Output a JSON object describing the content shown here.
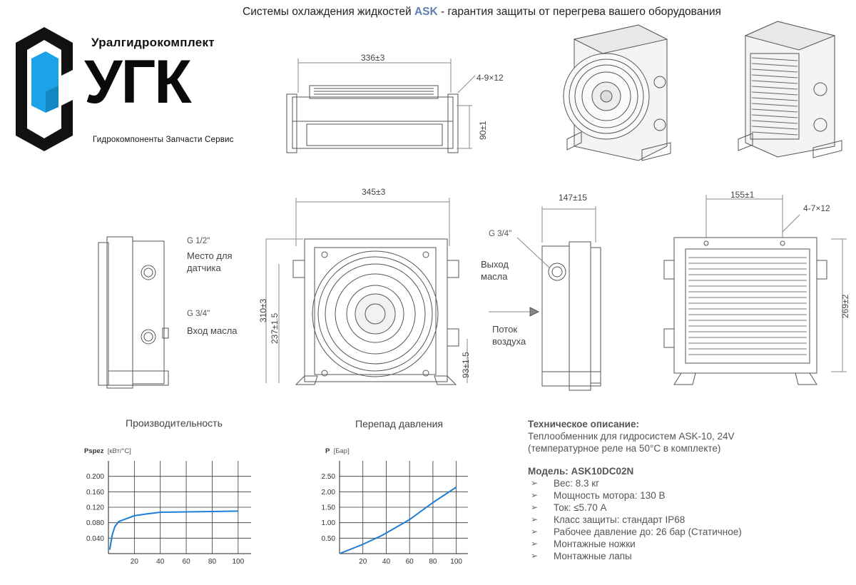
{
  "header": {
    "prefix": "Системы охлаждения жидкостей ",
    "accent": "ASK",
    "suffix": " - гарантия защиты от перегрева вашего оборудования",
    "accent_color": "#5b7fb0"
  },
  "logo": {
    "company": "Уралгидрокомплект",
    "mark": "УГК",
    "tagline": "Гидрокомпоненты Запчасти Сервис",
    "emblem_color": "#1aa3e6"
  },
  "drawings": {
    "top_view": {
      "width": "336±3",
      "holes": "4-9×12",
      "height": "90±1"
    },
    "front_view": {
      "width": "345±3",
      "height_total": "310±3",
      "height_mid": "237±1.5",
      "height_low": "93±1.5"
    },
    "left_side": {
      "port_top": "G 1/2\"",
      "port_top_desc": "Место для датчика",
      "port_bottom": "G 3/4\"",
      "port_bottom_desc": "Вход масла"
    },
    "right_side": {
      "depth": "147±15",
      "port": "G 3/4\"",
      "port_desc": "Выход масла",
      "airflow": "Поток воздуха"
    },
    "back_view": {
      "width": "155±1",
      "holes": "4-7×12",
      "height": "269±2"
    }
  },
  "charts": {
    "performance_title": "Производительность",
    "pressure_title": "Перепад давления"
  },
  "chart_data": [
    {
      "type": "line",
      "title": "Производительность",
      "ylabel": "Pspez",
      "yunit": "[кВт/°C]",
      "xlabel": "",
      "xlim": [
        0,
        110
      ],
      "ylim": [
        0,
        0.24
      ],
      "xticks": [
        "20",
        "40",
        "60",
        "80",
        "100"
      ],
      "yticks": [
        "0.040",
        "0.080",
        "0.120",
        "0.160",
        "0.200"
      ],
      "grid": true,
      "x": [
        1,
        3,
        5,
        8,
        12,
        20,
        30,
        40,
        60,
        80,
        100
      ],
      "y": [
        0.01,
        0.05,
        0.07,
        0.083,
        0.088,
        0.098,
        0.103,
        0.107,
        0.108,
        0.109,
        0.11
      ]
    },
    {
      "type": "line",
      "title": "Перепад давления",
      "ylabel": "P",
      "yunit": "[Бар]",
      "xlabel": "",
      "xlim": [
        0,
        110
      ],
      "ylim": [
        0,
        3.0
      ],
      "xticks": [
        "20",
        "40",
        "60",
        "80",
        "100"
      ],
      "yticks": [
        "0.50",
        "1.00",
        "1.50",
        "2.00",
        "2.50"
      ],
      "grid": true,
      "x": [
        0,
        20,
        37,
        60,
        80,
        100
      ],
      "y": [
        0.0,
        0.3,
        0.6,
        1.1,
        1.65,
        2.15
      ]
    }
  ],
  "tech": {
    "heading": "Техническое описание:",
    "line1": "Теплообменник для гидросистем ASK-10, 24V",
    "line2": "(температурное реле на 50°C в комплекте)",
    "model": "Модель: ASK10DC02N",
    "bullet": "➢",
    "items": [
      "Вес: 8.3   кг",
      "Мощность мотора: 130 В",
      "Ток: ≤5.70 А",
      "Класс защиты: стандарт IP68",
      "Рабочее давление до: 26 бар (Статичное)",
      "Монтажные ножки",
      "Монтажные лапы"
    ]
  }
}
